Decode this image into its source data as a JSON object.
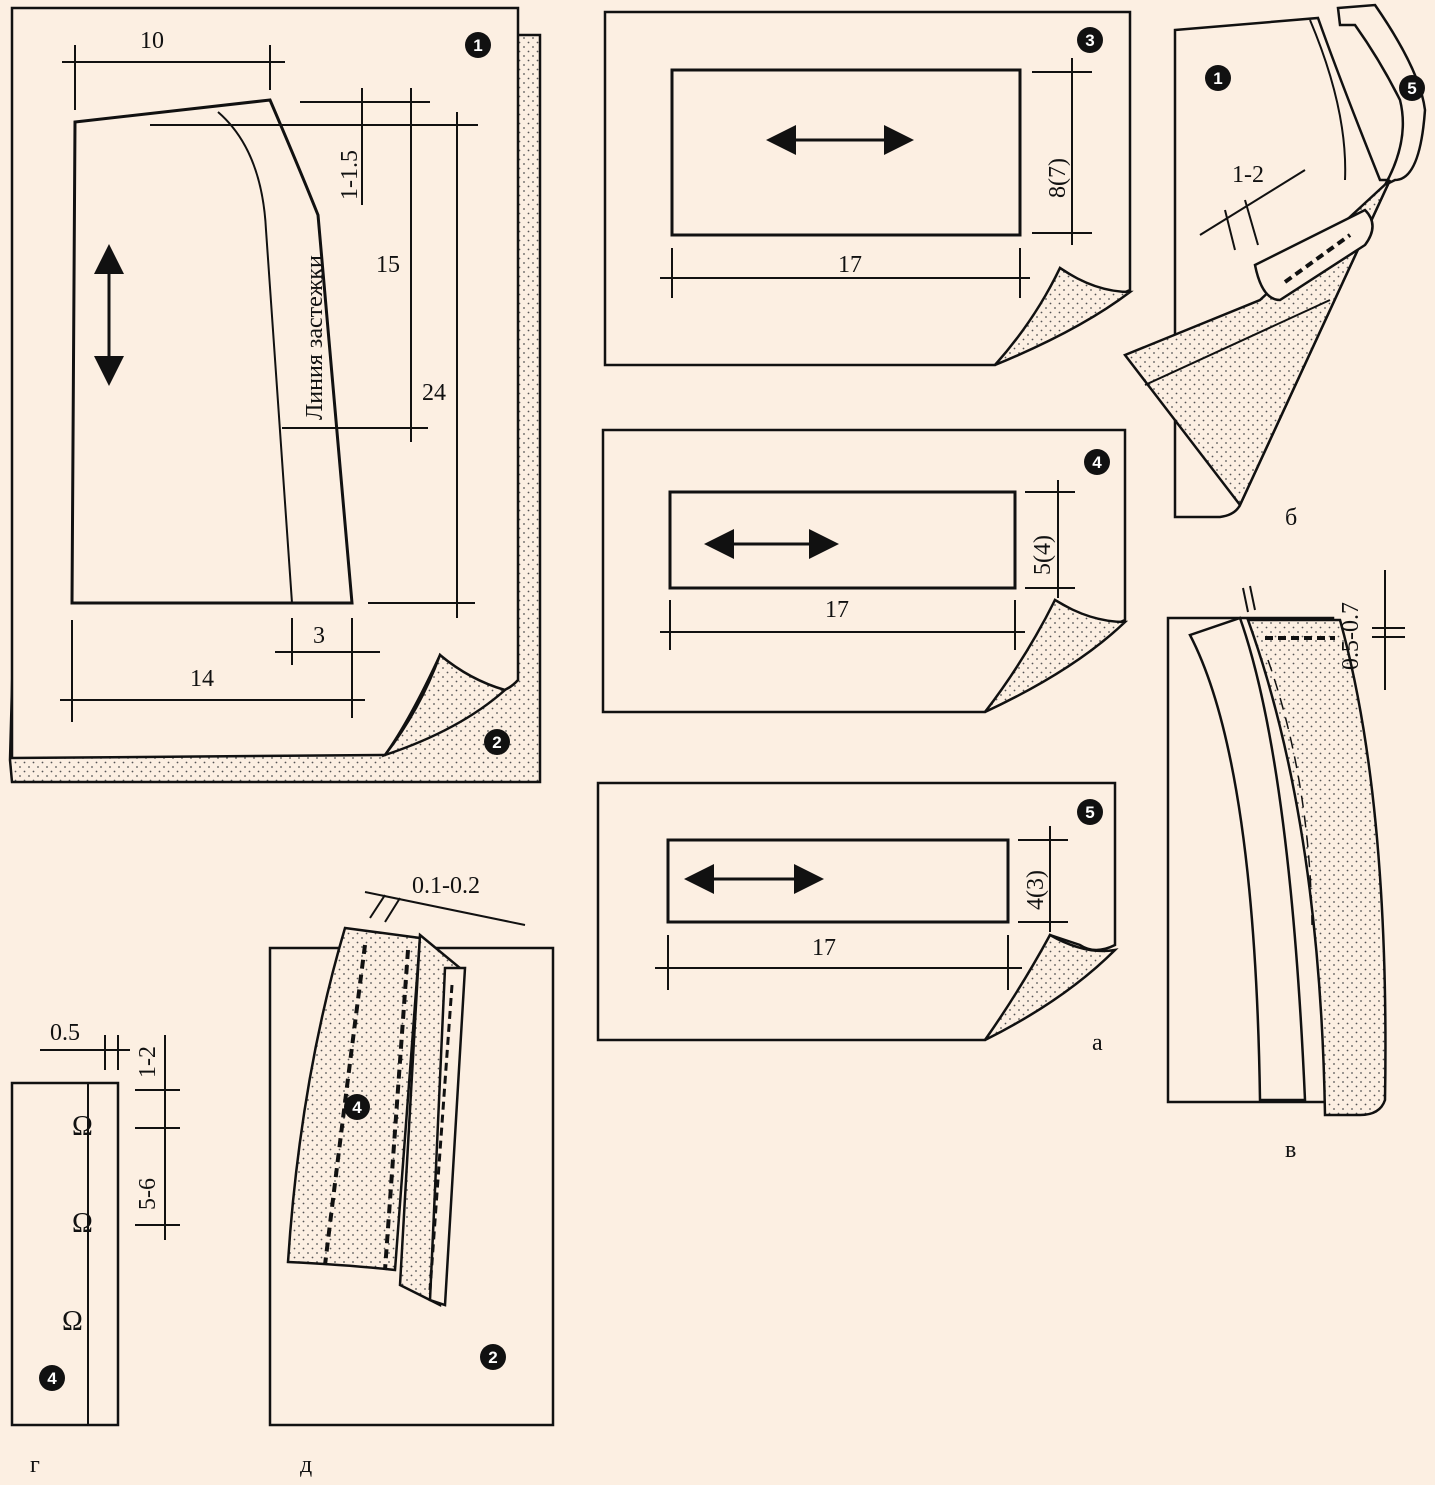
{
  "colors": {
    "background": "#fcefe2",
    "ink": "#111111"
  },
  "panel_a": {
    "sheet1": {
      "badge_front": "1",
      "badge_back": "2",
      "dim_top_width": "10",
      "dim_top_drop": "1-1.5",
      "dim_fastener_length": "15",
      "dim_total_length": "24",
      "fastener_line_label": "Линия застежки",
      "dim_bottom_allowance": "3",
      "dim_bottom_width": "14"
    },
    "sheet3": {
      "badge": "3",
      "dim_height": "8(7)",
      "dim_width": "17"
    },
    "sheet4": {
      "badge": "4",
      "dim_height": "5(4)",
      "dim_width": "17"
    },
    "sheet5": {
      "badge": "5",
      "dim_height": "4(3)",
      "dim_width": "17"
    },
    "caption": "а"
  },
  "panel_b": {
    "badge_piece": "1",
    "badge_strip": "5",
    "dim": "1-2",
    "caption": "б"
  },
  "panel_v": {
    "dim": "0.5-0.7",
    "caption": "в"
  },
  "panel_g": {
    "dim_edge": "0.5",
    "dim_top": "1-2",
    "dim_spacing": "5-6",
    "badge": "4",
    "caption": "г"
  },
  "panel_d": {
    "dim": "0.1-0.2",
    "badge_strip": "4",
    "badge_piece": "2",
    "caption": "д"
  }
}
